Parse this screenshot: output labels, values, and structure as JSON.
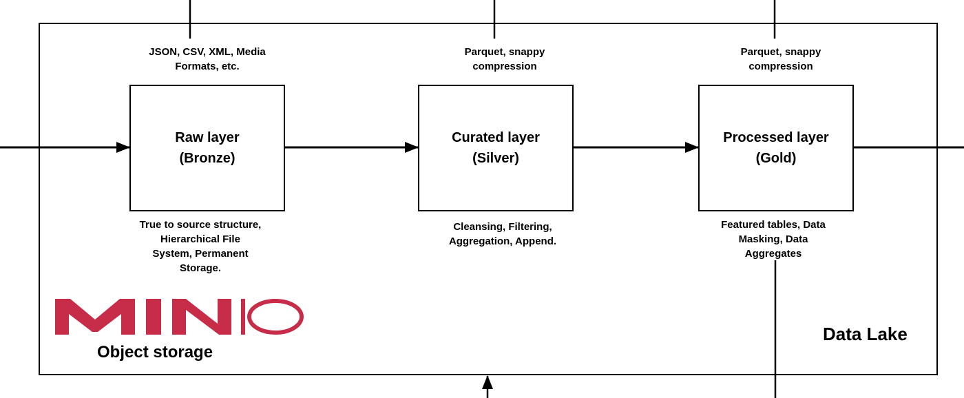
{
  "container": {
    "title": "Data Lake"
  },
  "layers": [
    {
      "name": "raw",
      "title_line1": "Raw layer",
      "title_line2": "(Bronze)",
      "top_note": [
        "JSON, CSV, XML, Media",
        "Formats, etc."
      ],
      "bottom_note": [
        "True to source structure,",
        "Hierarchical File",
        "System, Permanent",
        "Storage."
      ]
    },
    {
      "name": "curated",
      "title_line1": "Curated layer",
      "title_line2": "(Silver)",
      "top_note": [
        "Parquet, snappy",
        "compression"
      ],
      "bottom_note": [
        "Cleansing, Filtering,",
        "Aggregation, Append."
      ]
    },
    {
      "name": "processed",
      "title_line1": "Processed layer",
      "title_line2": "(Gold)",
      "top_note": [
        "Parquet, snappy",
        "compression"
      ],
      "bottom_note": [
        "Featured tables, Data",
        "Masking, Data",
        "Aggregates"
      ]
    }
  ],
  "logo": {
    "text": "MINIO",
    "caption": "Object storage",
    "color": "#c72c48"
  },
  "colors": {
    "stroke": "#000000",
    "background": "#ffffff"
  }
}
